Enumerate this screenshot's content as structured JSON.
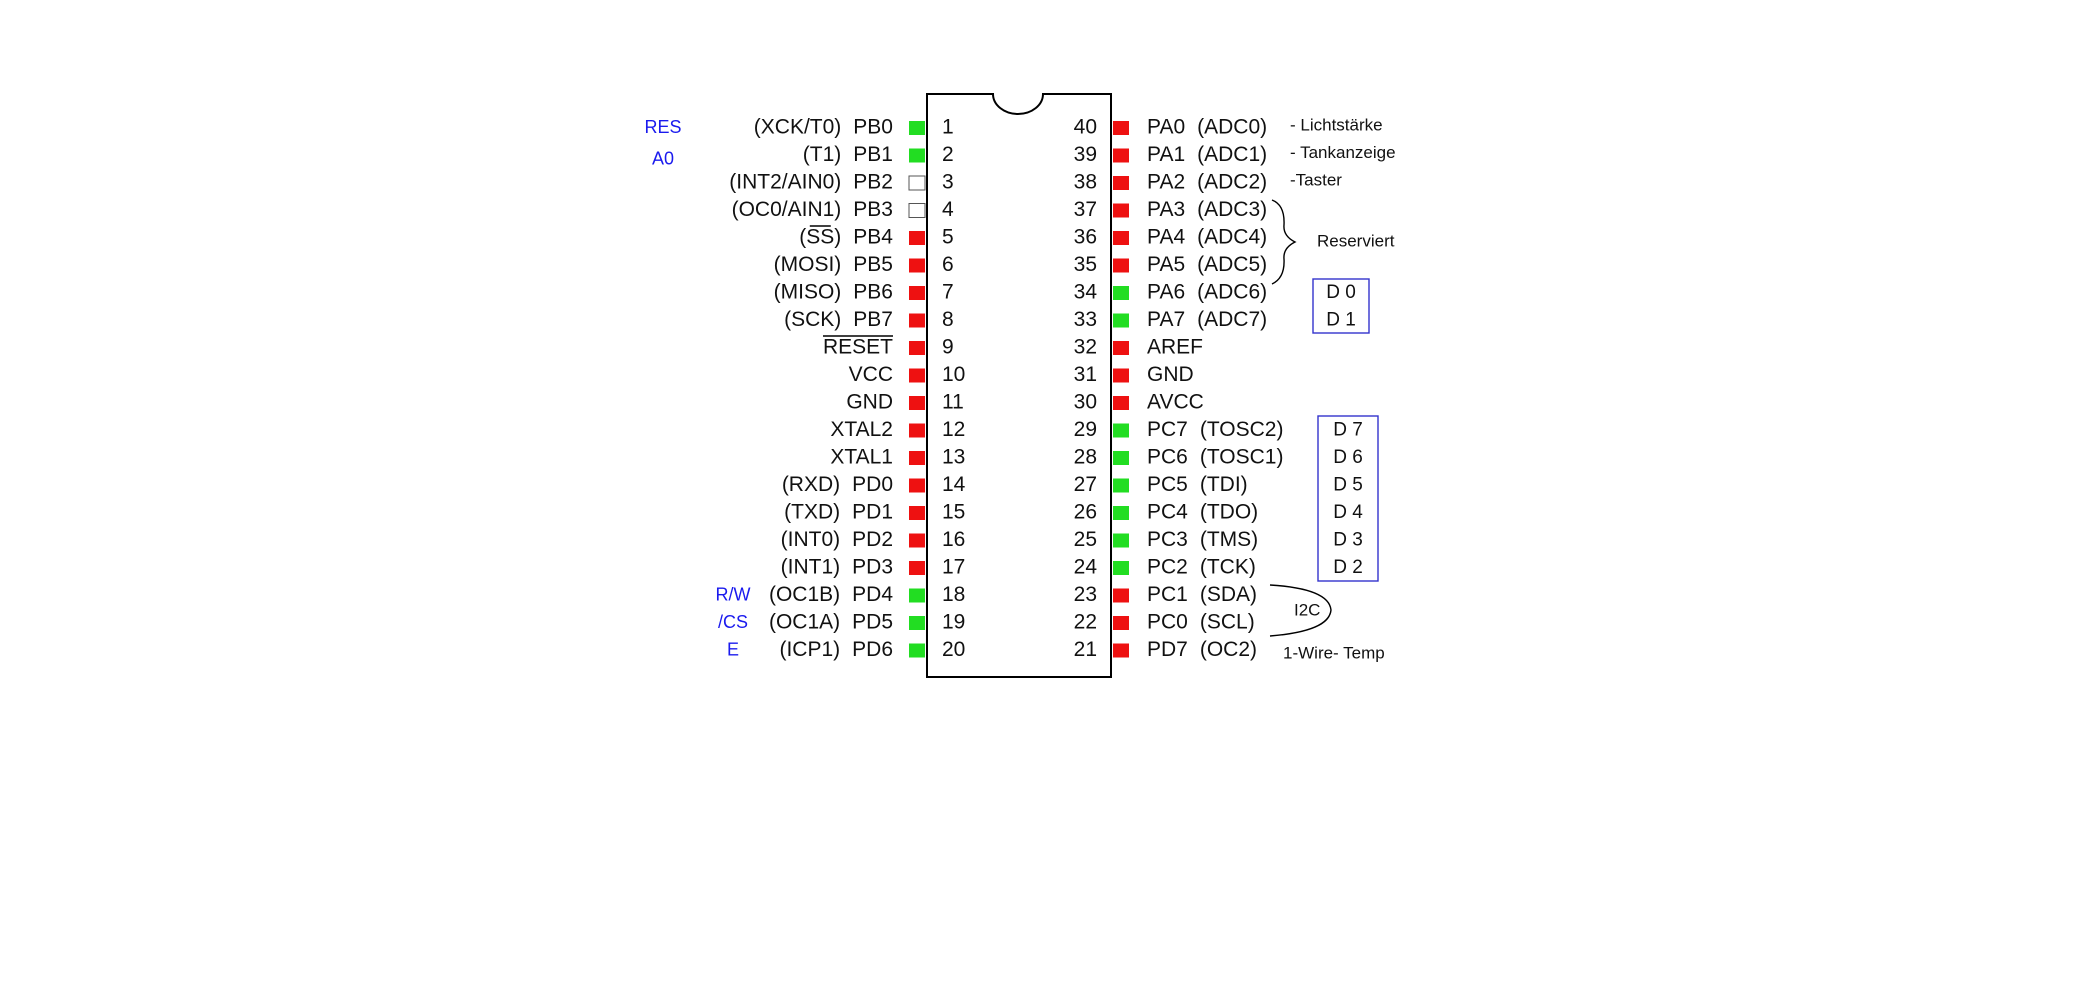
{
  "chip": {
    "left_pins": [
      {
        "number": "1",
        "name": "PB0",
        "func": "(XCK/T0)",
        "state": "used"
      },
      {
        "number": "2",
        "name": "PB1",
        "func": "(T1)",
        "state": "used"
      },
      {
        "number": "3",
        "name": "PB2",
        "func": "(INT2/AIN0)",
        "state": "free"
      },
      {
        "number": "4",
        "name": "PB3",
        "func": "(OC0/AIN1)",
        "state": "free"
      },
      {
        "number": "5",
        "name": "PB4",
        "func": "(SS)",
        "state": "blocked",
        "overline_func": true
      },
      {
        "number": "6",
        "name": "PB5",
        "func": "(MOSI)",
        "state": "blocked"
      },
      {
        "number": "7",
        "name": "PB6",
        "func": "(MISO)",
        "state": "blocked"
      },
      {
        "number": "8",
        "name": "PB7",
        "func": "(SCK)",
        "state": "blocked"
      },
      {
        "number": "9",
        "name": "RESET",
        "func": "",
        "state": "blocked",
        "overline_name": true
      },
      {
        "number": "10",
        "name": "VCC",
        "func": "",
        "state": "blocked"
      },
      {
        "number": "11",
        "name": "GND",
        "func": "",
        "state": "blocked"
      },
      {
        "number": "12",
        "name": "XTAL2",
        "func": "",
        "state": "blocked"
      },
      {
        "number": "13",
        "name": "XTAL1",
        "func": "",
        "state": "blocked"
      },
      {
        "number": "14",
        "name": "PD0",
        "func": "(RXD)",
        "state": "blocked"
      },
      {
        "number": "15",
        "name": "PD1",
        "func": "(TXD)",
        "state": "blocked"
      },
      {
        "number": "16",
        "name": "PD2",
        "func": "(INT0)",
        "state": "blocked"
      },
      {
        "number": "17",
        "name": "PD3",
        "func": "(INT1)",
        "state": "blocked"
      },
      {
        "number": "18",
        "name": "PD4",
        "func": "(OC1B)",
        "state": "used"
      },
      {
        "number": "19",
        "name": "PD5",
        "func": "(OC1A)",
        "state": "used"
      },
      {
        "number": "20",
        "name": "PD6",
        "func": "(ICP1)",
        "state": "used"
      }
    ],
    "right_pins": [
      {
        "number": "40",
        "name": "PA0",
        "func": "(ADC0)",
        "state": "blocked"
      },
      {
        "number": "39",
        "name": "PA1",
        "func": "(ADC1)",
        "state": "blocked"
      },
      {
        "number": "38",
        "name": "PA2",
        "func": "(ADC2)",
        "state": "blocked"
      },
      {
        "number": "37",
        "name": "PA3",
        "func": "(ADC3)",
        "state": "blocked"
      },
      {
        "number": "36",
        "name": "PA4",
        "func": "(ADC4)",
        "state": "blocked"
      },
      {
        "number": "35",
        "name": "PA5",
        "func": "(ADC5)",
        "state": "blocked"
      },
      {
        "number": "34",
        "name": "PA6",
        "func": "(ADC6)",
        "state": "used"
      },
      {
        "number": "33",
        "name": "PA7",
        "func": "(ADC7)",
        "state": "used"
      },
      {
        "number": "32",
        "name": "AREF",
        "func": "",
        "state": "blocked"
      },
      {
        "number": "31",
        "name": "GND",
        "func": "",
        "state": "blocked"
      },
      {
        "number": "30",
        "name": "AVCC",
        "func": "",
        "state": "blocked"
      },
      {
        "number": "29",
        "name": "PC7",
        "func": "(TOSC2)",
        "state": "used"
      },
      {
        "number": "28",
        "name": "PC6",
        "func": "(TOSC1)",
        "state": "used"
      },
      {
        "number": "27",
        "name": "PC5",
        "func": "(TDI)",
        "state": "used"
      },
      {
        "number": "26",
        "name": "PC4",
        "func": "(TDO)",
        "state": "used"
      },
      {
        "number": "25",
        "name": "PC3",
        "func": "(TMS)",
        "state": "used"
      },
      {
        "number": "24",
        "name": "PC2",
        "func": "(TCK)",
        "state": "used"
      },
      {
        "number": "23",
        "name": "PC1",
        "func": "(SDA)",
        "state": "blocked"
      },
      {
        "number": "22",
        "name": "PC0",
        "func": "(SCL)",
        "state": "blocked"
      },
      {
        "number": "21",
        "name": "PD7",
        "func": "(OC2)",
        "state": "blocked"
      }
    ]
  },
  "left_notes": [
    {
      "text": "RES",
      "pin_index": 0
    },
    {
      "text": "A0",
      "pin_index": 1
    },
    {
      "text": "R/W",
      "pin_index": 17
    },
    {
      "text": "/CS",
      "pin_index": 18
    },
    {
      "text": "E",
      "pin_index": 19
    }
  ],
  "right_notes": [
    {
      "text": "- Lichtstärke",
      "pin_index": 0
    },
    {
      "text": "- Tankanzeige",
      "pin_index": 1
    },
    {
      "text": "-Taster",
      "pin_index": 2
    }
  ],
  "brace_labels": {
    "reserved": "Reserviert",
    "i2c": "I2C",
    "onewire": "1-Wire- Temp"
  },
  "data_boxes": {
    "box_a": [
      "D 0",
      "D 1"
    ],
    "box_b": [
      "D 7",
      "D 6",
      "D 5",
      "D 4",
      "D 3",
      "D 2"
    ]
  },
  "colors": {
    "used": "#22dd22",
    "blocked": "#ee1111",
    "free": "#ffffff",
    "note_blue": "#1a1aee",
    "box_border": "#3333cc",
    "text": "#111111"
  }
}
